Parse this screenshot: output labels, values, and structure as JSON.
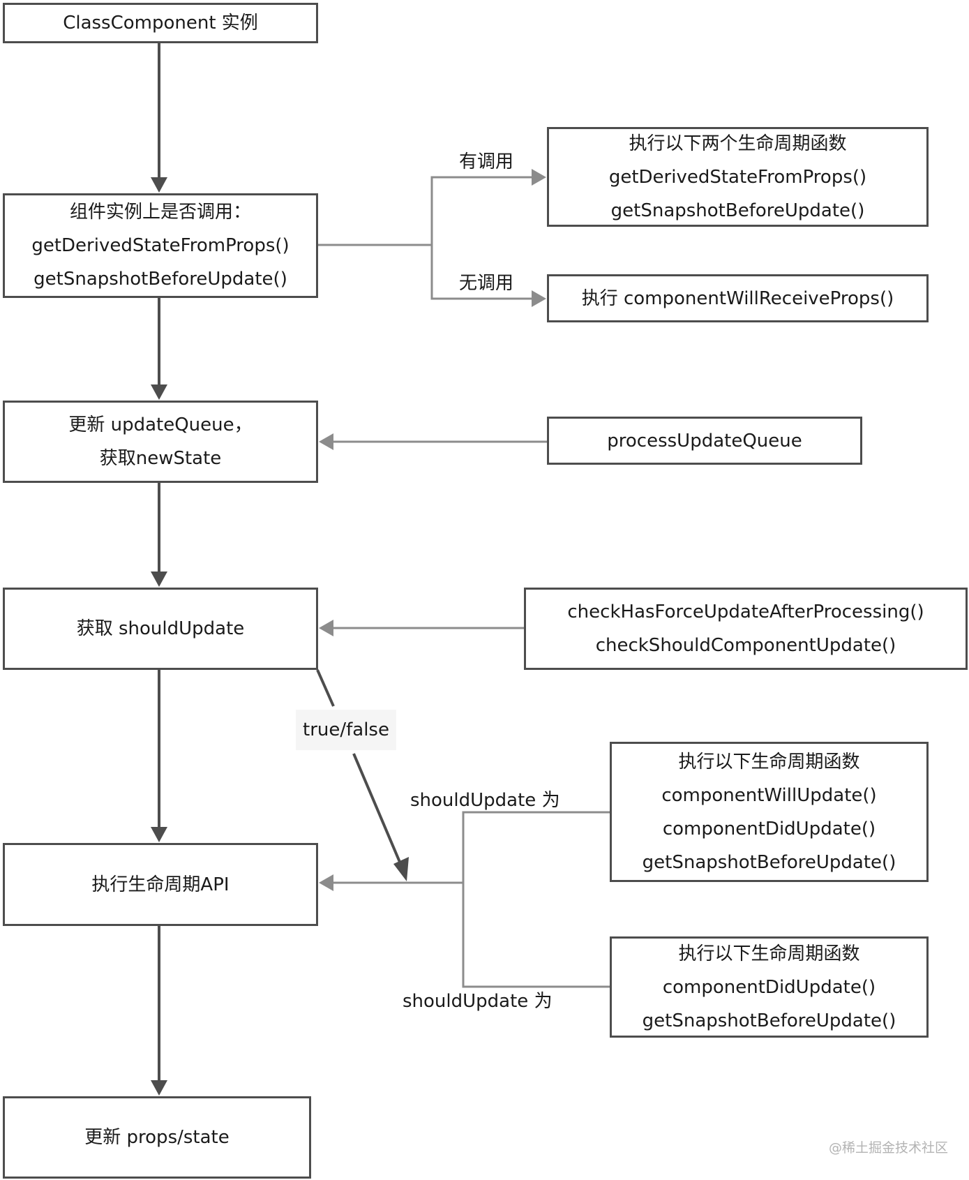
{
  "nodes": {
    "instance": {
      "lines": [
        "ClassComponent 实例"
      ]
    },
    "check": {
      "lines": [
        "组件实例上是否调用：",
        "getDerivedStateFromProps()",
        "getSnapshotBeforeUpdate()"
      ]
    },
    "yes_box": {
      "lines": [
        "执行以下两个生命周期函数",
        "getDerivedStateFromProps()",
        "getSnapshotBeforeUpdate()"
      ]
    },
    "no_box": {
      "lines": [
        "执行 componentWillReceiveProps()"
      ]
    },
    "update_queue": {
      "lines": [
        "更新 updateQueue，",
        "获取newState"
      ]
    },
    "process_queue": {
      "lines": [
        "processUpdateQueue"
      ]
    },
    "should_update": {
      "lines": [
        "获取 shouldUpdate"
      ]
    },
    "force_check": {
      "lines": [
        "checkHasForceUpdateAfterProcessing()",
        "checkShouldComponentUpdate()"
      ]
    },
    "exec_lifecycle": {
      "lines": [
        "执行生命周期API"
      ]
    },
    "true_box": {
      "lines": [
        "执行以下生命周期函数",
        "componentWillUpdate()",
        "componentDidUpdate()",
        "getSnapshotBeforeUpdate()"
      ]
    },
    "false_box": {
      "lines": [
        "执行以下生命周期函数",
        "componentDidUpdate()",
        "getSnapshotBeforeUpdate()"
      ]
    },
    "update_props": {
      "lines": [
        "更新 props/state"
      ]
    }
  },
  "labels": {
    "has_call": "有调用",
    "no_call": "无调用",
    "true_false": "true/false",
    "should_true": "shouldUpdate 为",
    "should_false": "shouldUpdate 为"
  },
  "watermark": "@稀土掘金技术社区",
  "colors": {
    "box_border": "#4d4d4d",
    "main_arrow": "#4d4d4d",
    "branch_arrow": "#8c8c8c",
    "watermark": "#b3b3b3"
  }
}
